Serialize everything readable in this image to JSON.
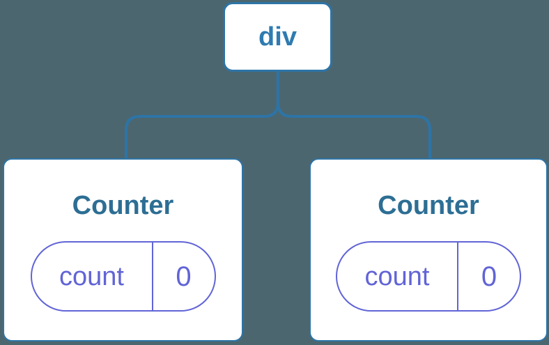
{
  "diagram": {
    "description": "Component tree diagram: a div parent node connected to two Counter child components, each holding state count = 0",
    "root": {
      "label": "div"
    },
    "children": [
      {
        "label": "Counter",
        "state": {
          "key": "count",
          "value": "0"
        }
      },
      {
        "label": "Counter",
        "state": {
          "key": "count",
          "value": "0"
        }
      }
    ]
  },
  "colors": {
    "background": "#4C6670",
    "node_fill": "#FFFFFF",
    "node_border": "#2D74A6",
    "connector": "#2D74A6",
    "root_text": "#2F7BB0",
    "counter_text": "#2D6E94",
    "state_purple": "#6164D6"
  }
}
